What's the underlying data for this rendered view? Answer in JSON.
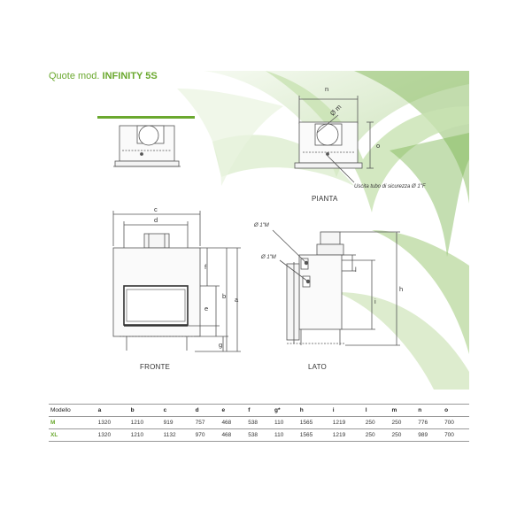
{
  "title": {
    "prefix": "Quote mod.",
    "model": "INFINITY 5S"
  },
  "plan": {
    "caption": "PIANTA",
    "dim_n": "n",
    "dim_m": "Ø m",
    "dim_o": "o",
    "note": "Uscita tubo di sicurezza  Ø 1\"F"
  },
  "front": {
    "caption": "FRONTE",
    "dim_c": "c",
    "dim_d": "d",
    "dim_f": "f",
    "dim_e": "e",
    "dim_b": "b",
    "dim_a": "a",
    "dim_g": "g"
  },
  "side": {
    "caption": "LATO",
    "pipe_top": "Ø 1\"M",
    "pipe_mid": "Ø 1\"M",
    "dim_l": "l",
    "dim_i": "i",
    "dim_h": "h"
  },
  "colors": {
    "accent": "#6aa82e",
    "line": "#555555",
    "light": "#e8f2dd"
  },
  "table": {
    "headers": [
      "Modello",
      "a",
      "b",
      "c",
      "d",
      "e",
      "f",
      "g*",
      "h",
      "i",
      "l",
      "m",
      "n",
      "o"
    ],
    "rows": [
      [
        "M",
        "1320",
        "1210",
        "919",
        "757",
        "468",
        "538",
        "110",
        "1565",
        "1219",
        "250",
        "250",
        "776",
        "700"
      ],
      [
        "XL",
        "1320",
        "1210",
        "1132",
        "970",
        "468",
        "538",
        "110",
        "1565",
        "1219",
        "250",
        "250",
        "989",
        "700"
      ]
    ]
  }
}
